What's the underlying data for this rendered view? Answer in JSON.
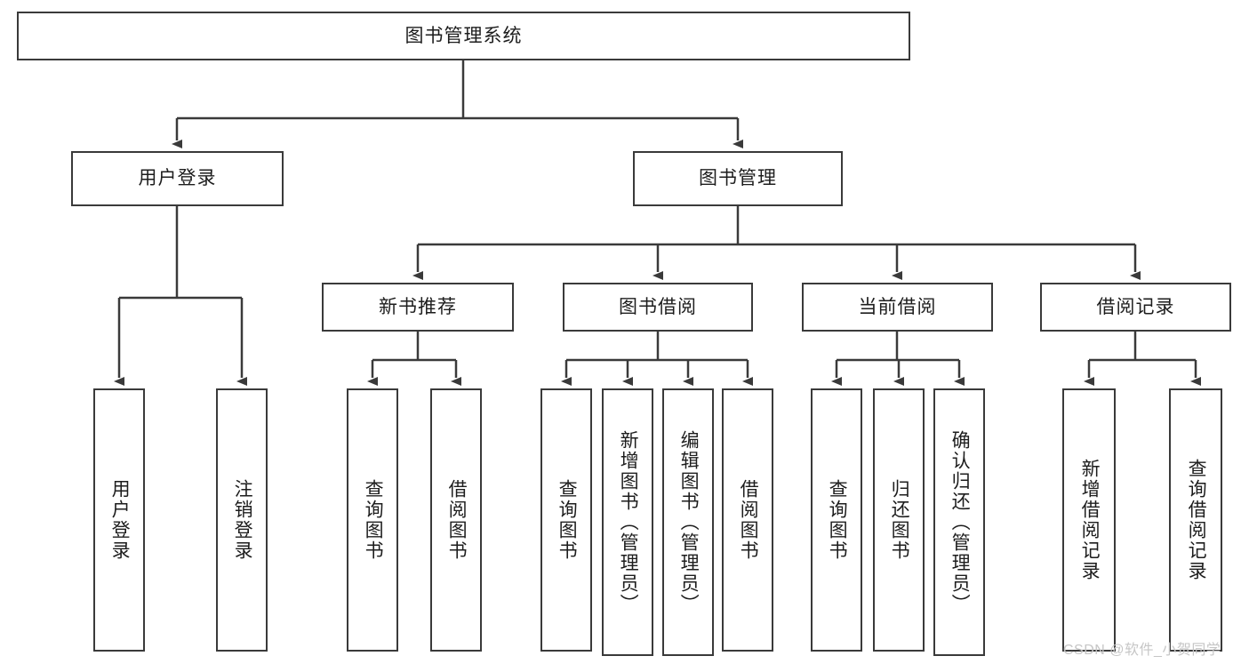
{
  "diagram": {
    "title": "图书管理系统",
    "type": "tree-hierarchy",
    "root": {
      "id": "root",
      "label": "图书管理系统"
    },
    "level1": [
      {
        "id": "user-login",
        "label": "用户登录"
      },
      {
        "id": "book-management",
        "label": "图书管理"
      }
    ],
    "level2": [
      {
        "id": "new-book-recommend",
        "label": "新书推荐",
        "parent": "book-management"
      },
      {
        "id": "book-borrow",
        "label": "图书借阅",
        "parent": "book-management"
      },
      {
        "id": "current-borrow",
        "label": "当前借阅",
        "parent": "book-management"
      },
      {
        "id": "borrow-record",
        "label": "借阅记录",
        "parent": "book-management"
      }
    ],
    "leaves": {
      "user_login": [
        {
          "id": "leaf-user-login",
          "label": "用户登录"
        },
        {
          "id": "leaf-user-logout",
          "label": "注销登录"
        }
      ],
      "new_book_recommend": [
        {
          "id": "leaf-query-book-1",
          "label": "查询图书"
        },
        {
          "id": "leaf-borrow-book-1",
          "label": "借阅图书"
        }
      ],
      "book_borrow": [
        {
          "id": "leaf-query-book-2",
          "label": "查询图书"
        },
        {
          "id": "leaf-add-book",
          "label": "新增图书（管理员）"
        },
        {
          "id": "leaf-edit-book",
          "label": "编辑图书（管理员）"
        },
        {
          "id": "leaf-borrow-book-2",
          "label": "借阅图书"
        }
      ],
      "current_borrow": [
        {
          "id": "leaf-query-book-3",
          "label": "查询图书"
        },
        {
          "id": "leaf-return-book",
          "label": "归还图书"
        },
        {
          "id": "leaf-confirm-return",
          "label": "确认归还（管理员）"
        }
      ],
      "borrow_record": [
        {
          "id": "leaf-add-record",
          "label": "新增借阅记录"
        },
        {
          "id": "leaf-query-record",
          "label": "查询借阅记录"
        }
      ]
    }
  },
  "watermark": {
    "text": "CSDN @软件_小贺同学"
  },
  "colors": {
    "border": "#3a3a3a",
    "background": "#ffffff",
    "text": "#1d1d1d",
    "watermark": "#c6c6c6"
  }
}
